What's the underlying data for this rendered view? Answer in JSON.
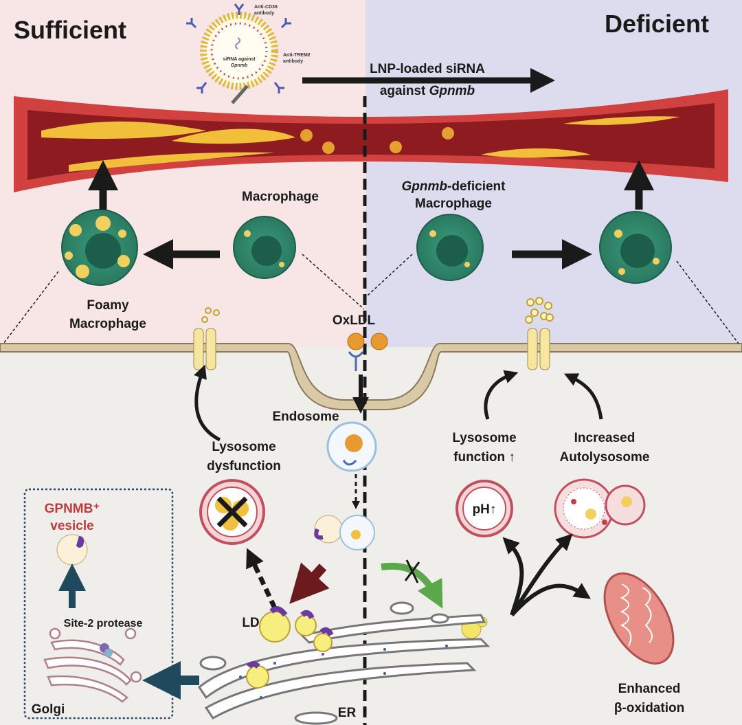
{
  "panels": {
    "left_title": "Sufficient",
    "right_title": "Deficient"
  },
  "lnp": {
    "antibody_1": [
      "Anti-CD36",
      "antibody"
    ],
    "antibody_2": [
      "Anti-TREM2",
      "antibody"
    ],
    "cargo": [
      "siRNA against",
      "Gpnmb"
    ]
  },
  "treatment_arrow": {
    "line1": "LNP-loaded siRNA",
    "line2_prefix": "against ",
    "line2_gene": "Gpnmb"
  },
  "labels": {
    "macrophage": "Macrophage",
    "deficient_macrophage_gene": "Gpnmb",
    "deficient_macrophage_1": "-deficient",
    "deficient_macrophage_2": "Macrophage",
    "foamy_1": "Foamy",
    "foamy_2": "Macrophage",
    "oxldl": "OxLDL",
    "endosome": "Endosome",
    "lyso_dys_1": "Lysosome",
    "lyso_dys_2": "dysfunction",
    "lyso_fun_1": "Lysosome",
    "lyso_fun_2": "function ↑",
    "autolyso_1": "Increased",
    "autolyso_2": "Autolysosome",
    "ph": "pH↑",
    "gpnmb_vesicle_1": "GPNMB⁺",
    "gpnmb_vesicle_2": "vesicle",
    "site2": "Site-2  protease",
    "golgi": "Golgi",
    "ld": "LD",
    "er": "ER",
    "beta_ox_1": "Enhanced",
    "beta_ox_2": "β-oxidation"
  },
  "colors": {
    "sufficient_bg": "#f8e6e6",
    "deficient_bg": "#dcdcee",
    "cytoplasm_bg": "#efeeea",
    "vessel_lumen": "#8e1b1f",
    "vessel_wall": "#d0413f",
    "plaque": "#f2bf3a",
    "macrophage": "#2f8a6d",
    "nucleus": "#1d5e4a",
    "gpnmb_text": "#c0393b",
    "golgi_arrow": "#1f4a5e",
    "lipid_arrow": "#6b1a1e",
    "blocked_arrow": "#5aa84a"
  }
}
